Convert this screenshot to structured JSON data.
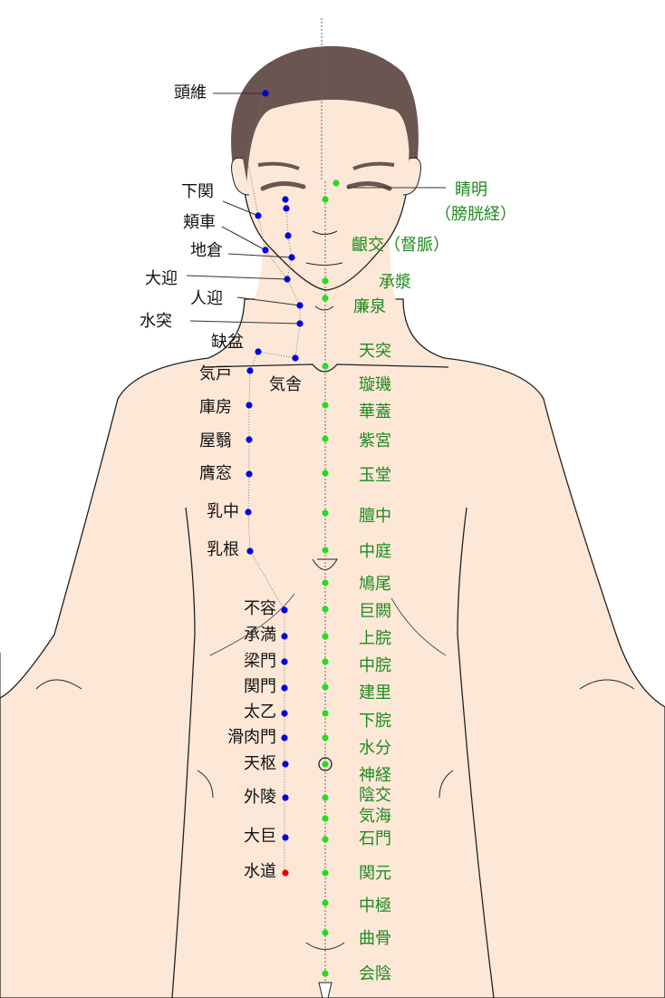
{
  "colors": {
    "skin": "#fde8d8",
    "hair": "#6b5550",
    "stomach": "#0000dd",
    "conception": "#22dd22",
    "end_point": "#ee0000",
    "label_stomach": "#111111",
    "label_conception": "#1e8a1e"
  },
  "stomach_meridian": [
    "頭維",
    "下関",
    "頬車",
    "地倉",
    "大迎",
    "人迎",
    "水突",
    "缺盆",
    "気舎",
    "気戸",
    "庫房",
    "屋翳",
    "膺窓",
    "乳中",
    "乳根",
    "不容",
    "承満",
    "梁門",
    "関門",
    "太乙",
    "滑肉門",
    "天枢",
    "外陵",
    "大巨",
    "水道"
  ],
  "conception_vessel": [
    "睛明",
    "（膀胱経）",
    "齦交（督脈）",
    "承漿",
    "廉泉",
    "天突",
    "璇璣",
    "華蓋",
    "紫宮",
    "玉堂",
    "膻中",
    "中庭",
    "鳩尾",
    "巨闕",
    "上脘",
    "中脘",
    "建里",
    "下脘",
    "水分",
    "神経",
    "陰交",
    "気海",
    "石門",
    "関元",
    "中極",
    "曲骨",
    "会陰"
  ]
}
